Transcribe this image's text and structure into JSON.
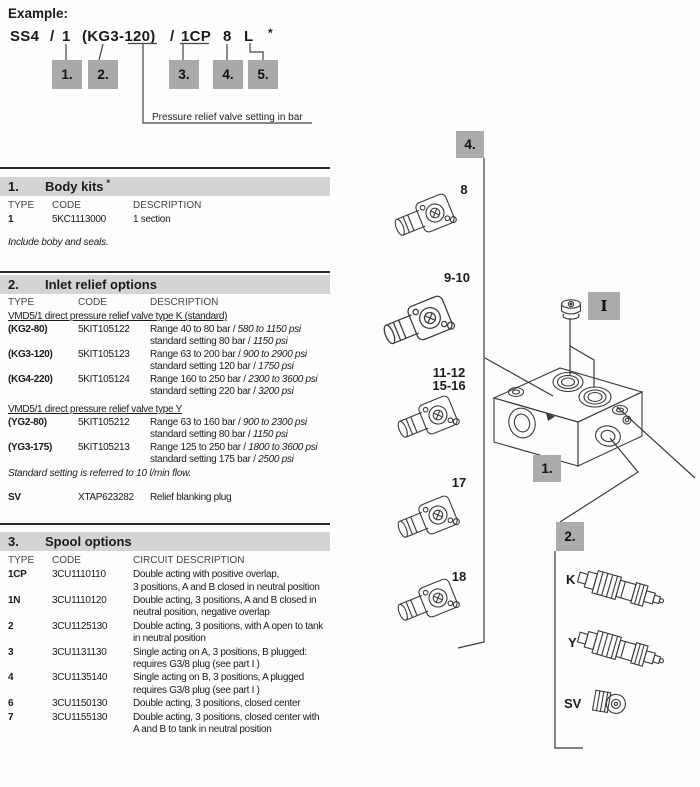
{
  "example": {
    "heading": "Example:",
    "code": {
      "p1": "SS4",
      "sl1": "/",
      "p2": "1",
      "p3_pre": "(KG3-",
      "p3_u": "120)",
      "sl2": "/",
      "p4": "1CP",
      "p5": "8",
      "p6": "L",
      "star": "*"
    },
    "boxes": [
      "1.",
      "2.",
      "3.",
      "4.",
      "5."
    ],
    "callout": "Pressure relief valve setting in bar"
  },
  "s1": {
    "number": "1.",
    "title": "Body kits",
    "sup": "*",
    "h_type": "TYPE",
    "h_code": "CODE",
    "h_desc": "DESCRIPTION",
    "row": {
      "type": "1",
      "code": "5KC1113000",
      "desc": "1 section"
    },
    "note": "Include boby and seals."
  },
  "s2": {
    "number": "2.",
    "title": "Inlet relief options",
    "h_type": "TYPE",
    "h_code": "CODE",
    "h_desc": "DESCRIPTION",
    "sub_k": "VMD5/1 direct pressure relief valve type K (standard)",
    "rows_k": [
      {
        "type": "(KG2-80)",
        "code": "5KIT105122",
        "l1n": "Range 40 to 80 bar / ",
        "l1i": "580 to 1150 psi",
        "l2n": "standard setting 80 bar / ",
        "l2i": "1150 psi"
      },
      {
        "type": "(KG3-120)",
        "code": "5KIT105123",
        "l1n": "Range 63 to 200 bar / ",
        "l1i": "900 to 2900 psi",
        "l2n": "standard setting 120 bar / ",
        "l2i": "1750 psi"
      },
      {
        "type": "(KG4-220)",
        "code": "5KIT105124",
        "l1n": "Range 160 to 250 bar / ",
        "l1i": "2300 to 3600 psi",
        "l2n": "standard setting 220 bar / ",
        "l2i": "3200 psi"
      }
    ],
    "sub_y": "VMD5/1 direct pressure relief valve type Y",
    "rows_y": [
      {
        "type": "(YG2-80)",
        "code": "5KIT105212",
        "l1n": "Range 63 to 160 bar / ",
        "l1i": "900 to 2300 psi",
        "l2n": "standard setting 80 bar / ",
        "l2i": "1150 psi"
      },
      {
        "type": "(YG3-175)",
        "code": "5KIT105213",
        "l1n": "Range 125 to 250 bar / ",
        "l1i": "1800 to 3600 psi",
        "l2n": "standard setting 175 bar / ",
        "l2i": "2500 psi"
      }
    ],
    "note": "Standard setting is referred to 10 l/min flow.",
    "sv": {
      "type": "SV",
      "code": "XTAP623282",
      "desc": "Relief blanking plug"
    }
  },
  "s3": {
    "number": "3.",
    "title": "Spool options",
    "h_type": "TYPE",
    "h_code": "CODE",
    "h_desc": "CIRCUIT DESCRIPTION",
    "rows": [
      {
        "type": "1CP",
        "code": "3CU1110110",
        "l1": "Double acting with positive overlap,",
        "l2": "3 positions, A and B closed in neutral position"
      },
      {
        "type": "1N",
        "code": "3CU1110120",
        "l1": "Double acting, 3 positions, A and B closed in",
        "l2": "neutral position, negative overlap"
      },
      {
        "type": "2",
        "code": "3CU1125130",
        "l1": "Double acting, 3 positions, with A open to tank",
        "l2": "in neutral position"
      },
      {
        "type": "3",
        "code": "3CU1131130",
        "l1": "Single acting on A, 3 positions, B plugged:",
        "l2": "requires G3/8 plug (see part I )"
      },
      {
        "type": "4",
        "code": "3CU1135140",
        "l1": "Single acting on B, 3 positions, A plugged",
        "l2": "requires G3/8 plug (see part I )"
      },
      {
        "type": "6",
        "code": "3CU1150130",
        "l1": "Double acting, 3 positions, closed center",
        "l2": ""
      },
      {
        "type": "7",
        "code": "3CU1155130",
        "l1": "Double acting, 3 positions, closed center with",
        "l2": "A and B to tank in neutral position"
      }
    ]
  },
  "diagram": {
    "box4": "4.",
    "box1": "1.",
    "box2": "2.",
    "boxI": "I",
    "label8": "8",
    "label910": "9-10",
    "label1112": "11-12",
    "label1516": "15-16",
    "label17": "17",
    "label18": "18",
    "labelK": "K",
    "labelY": "Y",
    "labelSV": "SV"
  },
  "colors": {
    "header_bar": "#d4d4d4",
    "tag_box": "#a9a9a9",
    "line": "#3a3a3a",
    "text": "#1b1b1b"
  }
}
